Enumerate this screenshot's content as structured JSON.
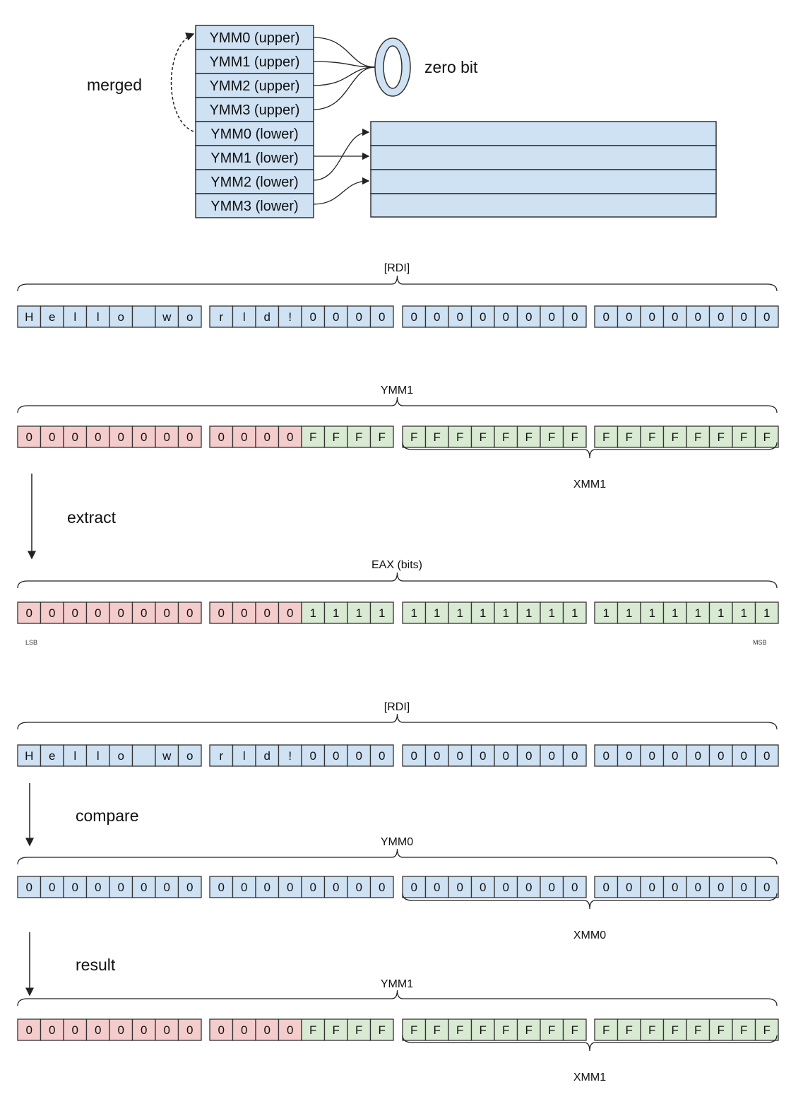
{
  "top": {
    "label_merged": "merged",
    "label_zero_bit": "zero bit",
    "registers": [
      "YMM0 (upper)",
      "YMM1 (upper)",
      "YMM2 (upper)",
      "YMM3 (upper)",
      "YMM0 (lower)",
      "YMM1 (lower)",
      "YMM2 (lower)",
      "YMM3 (lower)"
    ]
  },
  "colors": {
    "blue": "#cfe2f3",
    "red": "#f4cccc",
    "green": "#d9ead3",
    "border": "#333333"
  },
  "rows": [
    {
      "brace_top": "[RDI]",
      "cells": [
        "H",
        "e",
        "l",
        "l",
        "o",
        "",
        "w",
        "o",
        "r",
        "l",
        "d",
        "!",
        "0",
        "0",
        "0",
        "0",
        "0",
        "0",
        "0",
        "0",
        "0",
        "0",
        "0",
        "0",
        "0",
        "0",
        "0",
        "0",
        "0",
        "0",
        "0",
        "0"
      ],
      "colors": "bbbbbbbbbbbbbbbbbbbbbbbbbbbbbbbb"
    },
    {
      "brace_top": "YMM1",
      "brace_bottom": "XMM1",
      "cells": [
        "0",
        "0",
        "0",
        "0",
        "0",
        "0",
        "0",
        "0",
        "0",
        "0",
        "0",
        "0",
        "F",
        "F",
        "F",
        "F",
        "F",
        "F",
        "F",
        "F",
        "F",
        "F",
        "F",
        "F",
        "F",
        "F",
        "F",
        "F",
        "F",
        "F",
        "F",
        "F"
      ],
      "colors": "rrrrrrrrrrrrgggggggggggggggggggg"
    },
    {
      "side_label": "extract"
    },
    {
      "brace_top": "EAX (bits)",
      "cells": [
        "0",
        "0",
        "0",
        "0",
        "0",
        "0",
        "0",
        "0",
        "0",
        "0",
        "0",
        "0",
        "1",
        "1",
        "1",
        "1",
        "1",
        "1",
        "1",
        "1",
        "1",
        "1",
        "1",
        "1",
        "1",
        "1",
        "1",
        "1",
        "1",
        "1",
        "1",
        "1"
      ],
      "colors": "rrrrrrrrrrrrgggggggggggggggggggg",
      "lsb": "LSB",
      "msb": "MSB"
    },
    {
      "brace_top": "[RDI]",
      "cells": [
        "H",
        "e",
        "l",
        "l",
        "o",
        "",
        "w",
        "o",
        "r",
        "l",
        "d",
        "!",
        "0",
        "0",
        "0",
        "0",
        "0",
        "0",
        "0",
        "0",
        "0",
        "0",
        "0",
        "0",
        "0",
        "0",
        "0",
        "0",
        "0",
        "0",
        "0",
        "0"
      ],
      "colors": "bbbbbbbbbbbbbbbbbbbbbbbbbbbbbbbb"
    },
    {
      "side_label": "compare"
    },
    {
      "brace_top": "YMM0",
      "brace_bottom": "XMM0",
      "cells": [
        "0",
        "0",
        "0",
        "0",
        "0",
        "0",
        "0",
        "0",
        "0",
        "0",
        "0",
        "0",
        "0",
        "0",
        "0",
        "0",
        "0",
        "0",
        "0",
        "0",
        "0",
        "0",
        "0",
        "0",
        "0",
        "0",
        "0",
        "0",
        "0",
        "0",
        "0",
        "0"
      ],
      "colors": "bbbbbbbbbbbbbbbbbbbbbbbbbbbbbbbb"
    },
    {
      "side_label": "result"
    },
    {
      "brace_top": "YMM1",
      "brace_bottom": "XMM1",
      "cells": [
        "0",
        "0",
        "0",
        "0",
        "0",
        "0",
        "0",
        "0",
        "0",
        "0",
        "0",
        "0",
        "F",
        "F",
        "F",
        "F",
        "F",
        "F",
        "F",
        "F",
        "F",
        "F",
        "F",
        "F",
        "F",
        "F",
        "F",
        "F",
        "F",
        "F",
        "F",
        "F"
      ],
      "colors": "rrrrrrrrrrrrgggggggggggggggggggg"
    }
  ]
}
